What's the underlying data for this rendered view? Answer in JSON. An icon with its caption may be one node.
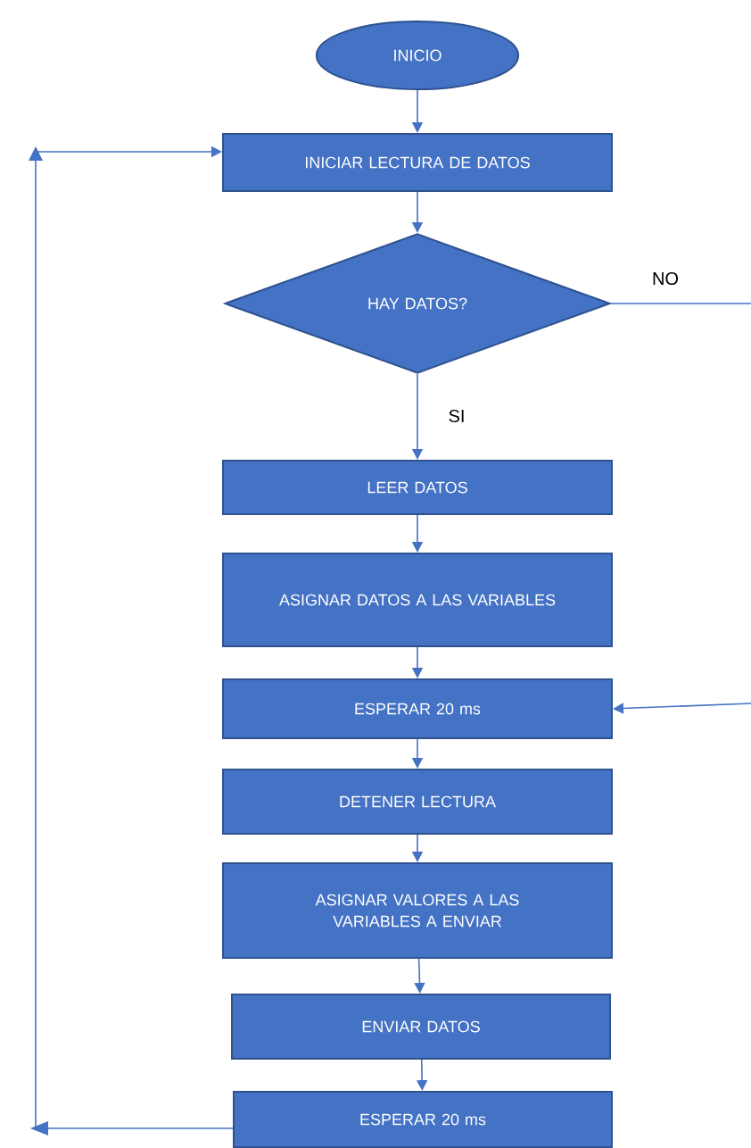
{
  "diagram": {
    "nodes": [
      {
        "text": [
          "INICIO"
        ]
      },
      {
        "text": [
          "INICIAR LECTURA DE DATOS"
        ]
      },
      {
        "text": [
          "HAY DATOS?"
        ]
      },
      {
        "text": [
          "LEER DATOS"
        ]
      },
      {
        "text": [
          "ASIGNAR DATOS A LAS VARIABLES"
        ]
      },
      {
        "text": [
          "ESPERAR 20 ms"
        ]
      },
      {
        "text": [
          "DETENER LECTURA"
        ]
      },
      {
        "text": [
          "ASIGNAR VALORES A LAS VARIABLES A ENVIAR"
        ]
      },
      {
        "text": [
          "ENVIAR DATOS"
        ]
      },
      {
        "text": [
          "ESPERAR 20 ms"
        ]
      }
    ],
    "edges": [
      {
        "from": 0,
        "to": 1,
        "arrow": "to"
      },
      {
        "from": 1,
        "to": 2,
        "arrow": "to"
      },
      {
        "from": 2,
        "to": 3,
        "arrow": "to",
        "label": "SI"
      },
      {
        "from": 2,
        "to": null,
        "arrow": "none",
        "label": "NO"
      },
      {
        "from": null,
        "to": 5,
        "arrow": "to"
      },
      {
        "from": 3,
        "to": 4,
        "arrow": "to"
      },
      {
        "from": 4,
        "to": 5,
        "arrow": "to"
      },
      {
        "from": 5,
        "to": 6,
        "arrow": "to"
      },
      {
        "from": 6,
        "to": 7,
        "arrow": "to"
      },
      {
        "from": 7,
        "to": 8,
        "arrow": "to"
      },
      {
        "from": 8,
        "to": 9,
        "arrow": "to"
      },
      {
        "from": 9,
        "to": 1,
        "arrow": "to"
      }
    ]
  }
}
